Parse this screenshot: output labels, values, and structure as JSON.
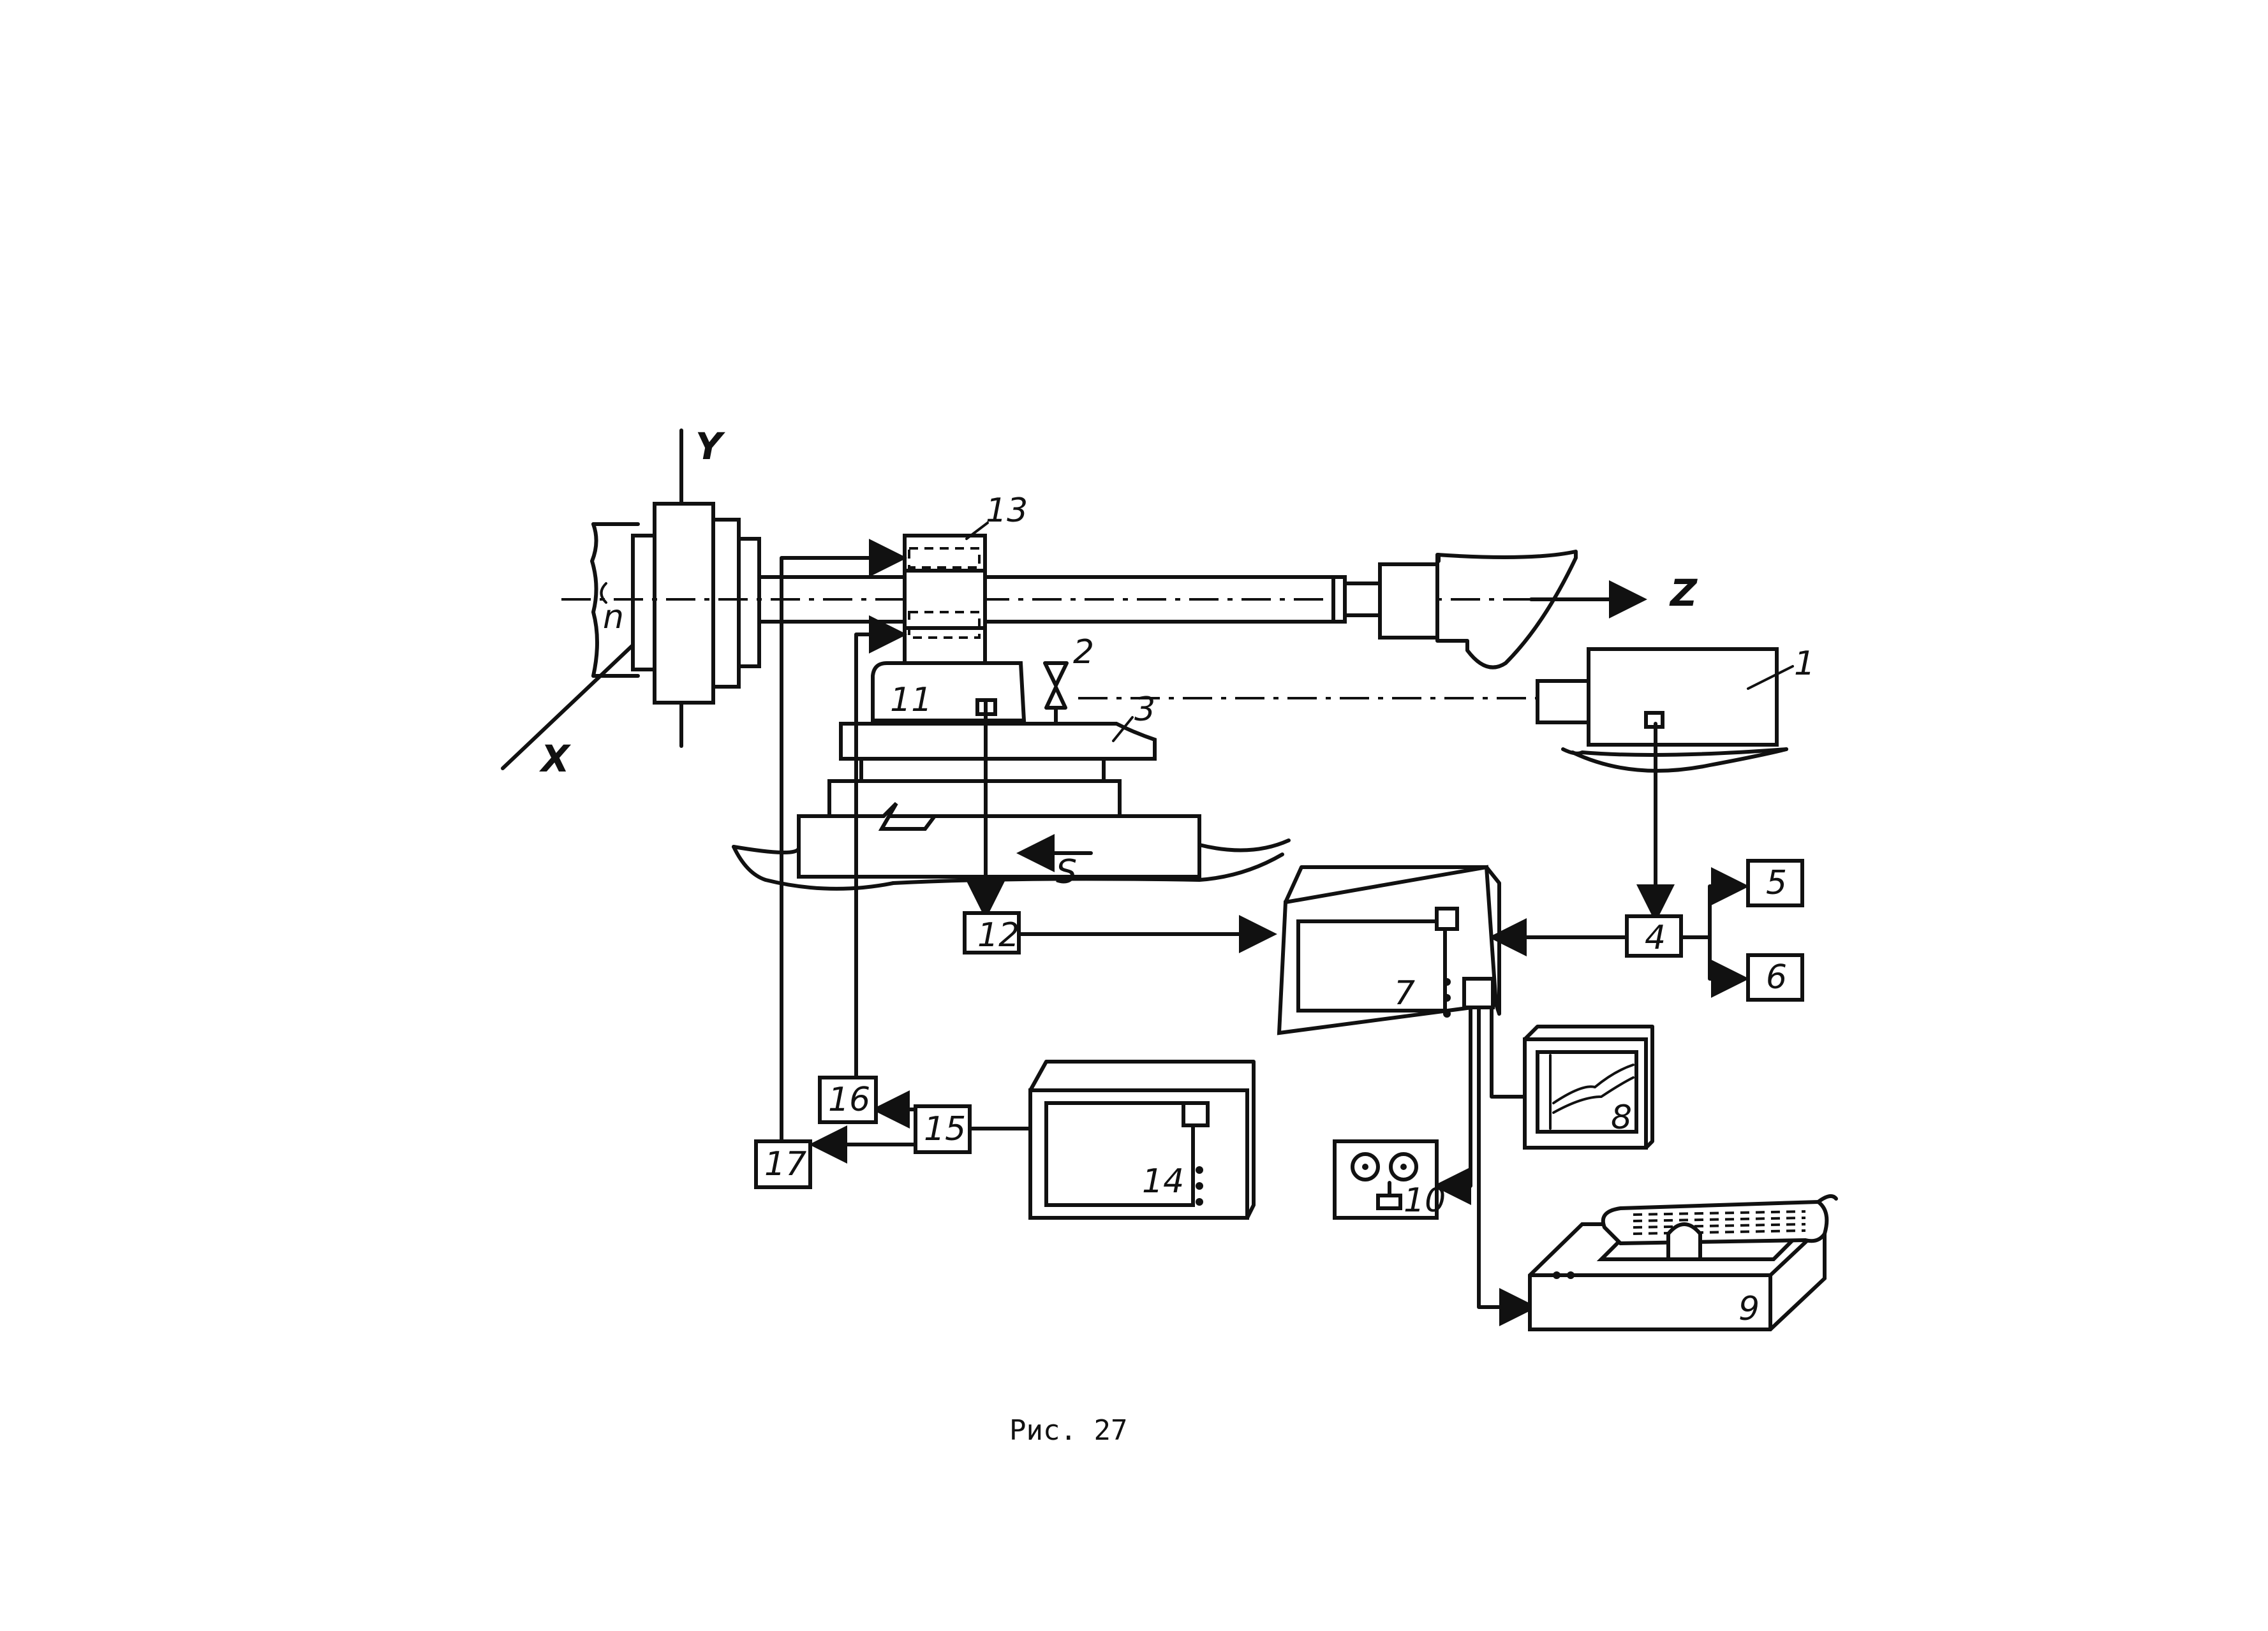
{
  "caption": "Рис. 27",
  "axes": {
    "y": "Y",
    "x": "X",
    "z": "Z"
  },
  "symbols": {
    "rotation": "n",
    "feed": "S"
  },
  "labels": {
    "c1": "1",
    "c2": "2",
    "c3": "3",
    "c4": "4",
    "c5": "5",
    "c6": "6",
    "c7": "7",
    "c8": "8",
    "c9": "9",
    "c10": "10",
    "c11": "11",
    "c12": "12",
    "c13": "13",
    "c14": "14",
    "c15": "15",
    "c16": "16",
    "c17": "17"
  }
}
